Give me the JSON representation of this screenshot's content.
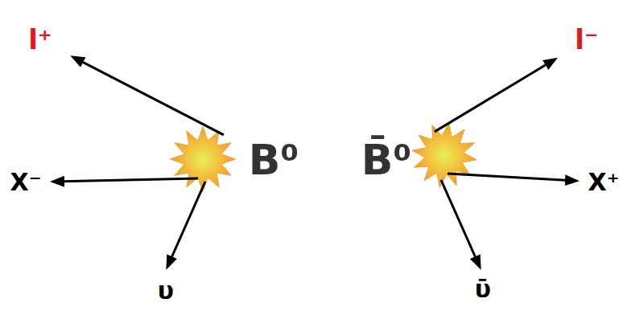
{
  "diagram": {
    "nodes": [
      {
        "text": [
          "l⁺"
        ]
      },
      {
        "text": [
          "B⁰"
        ]
      },
      {
        "text": [
          "B̄⁰"
        ]
      },
      {
        "text": [
          "l⁻"
        ]
      }
    ],
    "edges": [
      {
        "from": 1,
        "to": 0,
        "arrow": "to"
      },
      {
        "from": 2,
        "to": 3,
        "arrow": "to"
      }
    ],
    "labels": [
      "X⁻",
      "υ",
      "X⁺",
      "ῡ"
    ]
  }
}
